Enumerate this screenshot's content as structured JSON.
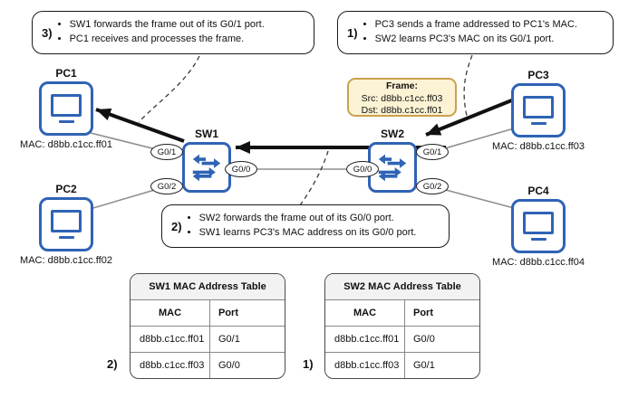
{
  "colors": {
    "accent_blue": "#2f63b5",
    "frame_fill": "#fcf3d4",
    "frame_border": "#c9a14f",
    "table_header_fill": "#f2f2f2",
    "wire_gray": "#8f8f8f",
    "arrow_black": "#111111"
  },
  "callouts": {
    "step3": {
      "num": "3)",
      "bullets": [
        "SW1 forwards the frame out of its G0/1 port.",
        "PC1 receives and processes the frame."
      ]
    },
    "step1": {
      "num": "1)",
      "bullets": [
        "PC3 sends a frame addressed to PC1's MAC.",
        "SW2 learns PC3's MAC on its G0/1 port."
      ]
    },
    "step2": {
      "num": "2)",
      "bullets": [
        "SW2 forwards the frame out of its G0/0 port.",
        "SW1 learns PC3's MAC address on its G0/0 port."
      ]
    }
  },
  "frame": {
    "title": "Frame:",
    "src": "Src: d8bb.c1cc.ff03",
    "dst": "Dst: d8bb.c1cc.ff01"
  },
  "nodes": {
    "pc1": {
      "label": "PC1",
      "mac": "MAC: d8bb.c1cc.ff01"
    },
    "pc2": {
      "label": "PC2",
      "mac": "MAC: d8bb.c1cc.ff02"
    },
    "pc3": {
      "label": "PC3",
      "mac": "MAC: d8bb.c1cc.ff03"
    },
    "pc4": {
      "label": "PC4",
      "mac": "MAC: d8bb.c1cc.ff04"
    },
    "sw1": {
      "label": "SW1",
      "ports": {
        "g01": "G0/1",
        "g00": "G0/0",
        "g02": "G0/2"
      }
    },
    "sw2": {
      "label": "SW2",
      "ports": {
        "g00": "G0/0",
        "g01": "G0/1",
        "g02": "G0/2"
      }
    }
  },
  "tables": {
    "sw1": {
      "title": "SW1 MAC Address Table",
      "col_mac": "MAC",
      "col_port": "Port",
      "rows": [
        {
          "mac": "d8bb.c1cc.ff01",
          "port": "G0/1"
        },
        {
          "mac": "d8bb.c1cc.ff03",
          "port": "G0/0"
        }
      ],
      "step_label": "2)"
    },
    "sw2": {
      "title": "SW2 MAC Address Table",
      "col_mac": "MAC",
      "col_port": "Port",
      "rows": [
        {
          "mac": "d8bb.c1cc.ff01",
          "port": "G0/0"
        },
        {
          "mac": "d8bb.c1cc.ff03",
          "port": "G0/1"
        }
      ],
      "step_label": "1)"
    }
  }
}
